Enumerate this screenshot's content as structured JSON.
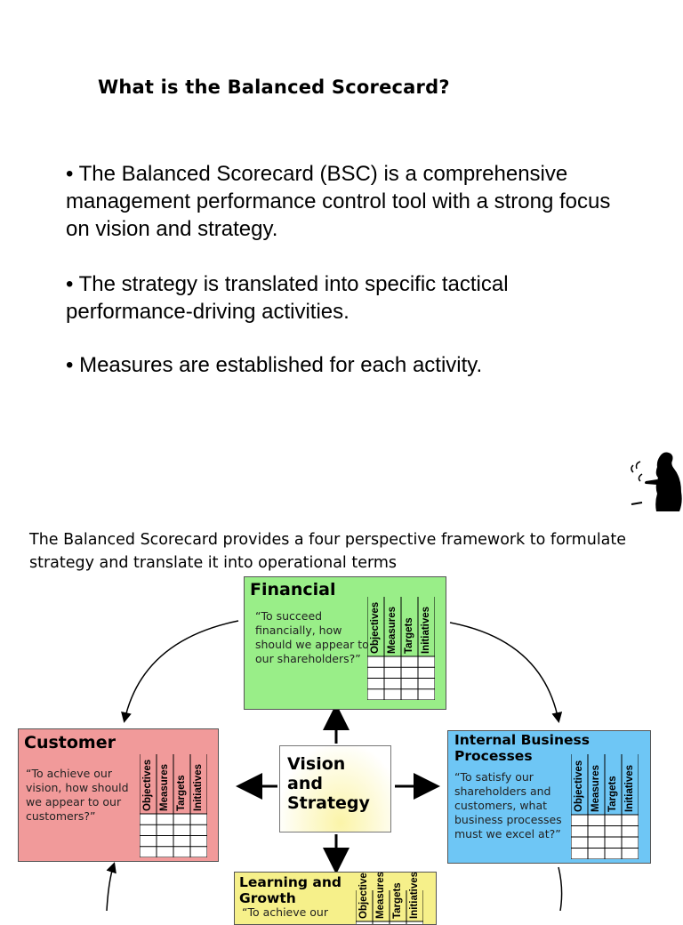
{
  "title": "What is the Balanced Scorecard?",
  "bullets": [
    "• The Balanced Scorecard (BSC) is a comprehensive management performance control tool with a strong focus on vision and strategy.",
    "• The strategy is translated into specific tactical performance-driving activities.",
    "• Measures are established for each activity."
  ],
  "caption": "The Balanced Scorecard provides a four perspective framework to formulate strategy and translate it into operational terms",
  "grid_columns": [
    "Objectives",
    "Measures",
    "Targets",
    "Initiatives"
  ],
  "perspectives": {
    "financial": {
      "title": "Financial",
      "quote": "“To succeed financially, how should we appear to our shareholders?”",
      "color": "#99ee88"
    },
    "customer": {
      "title": "Customer",
      "quote": "“To achieve our vision, how should we appear to our customers?”",
      "color": "#f19a9a"
    },
    "internal": {
      "title": "Internal Business Processes",
      "quote": "“To satisfy our shareholders and customers, what business processes must we excel at?”",
      "color": "#6ec6f5"
    },
    "learning": {
      "title": "Learning and Growth",
      "quote": "“To achieve our",
      "color": "#f6f08a"
    }
  },
  "center": {
    "label": "Vision and Strategy",
    "color": "#fbf4a8"
  }
}
